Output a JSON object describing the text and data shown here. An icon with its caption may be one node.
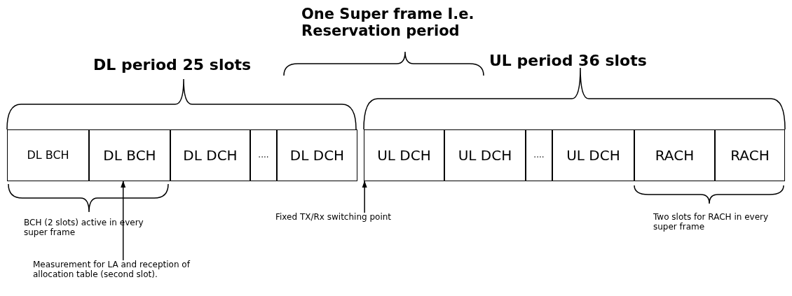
{
  "diagram": {
    "nodes": [
      {
        "text": [
          "DL BCH"
        ]
      },
      {
        "text": [
          "DL BCH"
        ]
      },
      {
        "text": [
          "DL DCH"
        ]
      },
      {
        "text": [
          "...."
        ]
      },
      {
        "text": [
          "DL DCH"
        ]
      },
      {
        "text": [
          "UL DCH"
        ]
      },
      {
        "text": [
          "UL DCH"
        ]
      },
      {
        "text": [
          "...."
        ]
      },
      {
        "text": [
          "UL DCH"
        ]
      },
      {
        "text": [
          "RACH"
        ]
      },
      {
        "text": [
          "RACH"
        ]
      },
      {
        "text": [
          "Measurement for LA and reception of allocation table (second slot)."
        ]
      },
      {
        "text": [
          "Fixed TX/Rx switching point"
        ]
      }
    ],
    "edges": [
      {
        "from": 11,
        "to": 1,
        "arrow": "to"
      },
      {
        "from": 12,
        "to": 5,
        "arrow": "to"
      }
    ],
    "labels": [
      "One Super frame I.e. Reservation period",
      "DL period 25 slots",
      "UL period 36 slots",
      "BCH (2 slots) active in every super frame",
      "Two slots for RACH in every super frame"
    ]
  }
}
